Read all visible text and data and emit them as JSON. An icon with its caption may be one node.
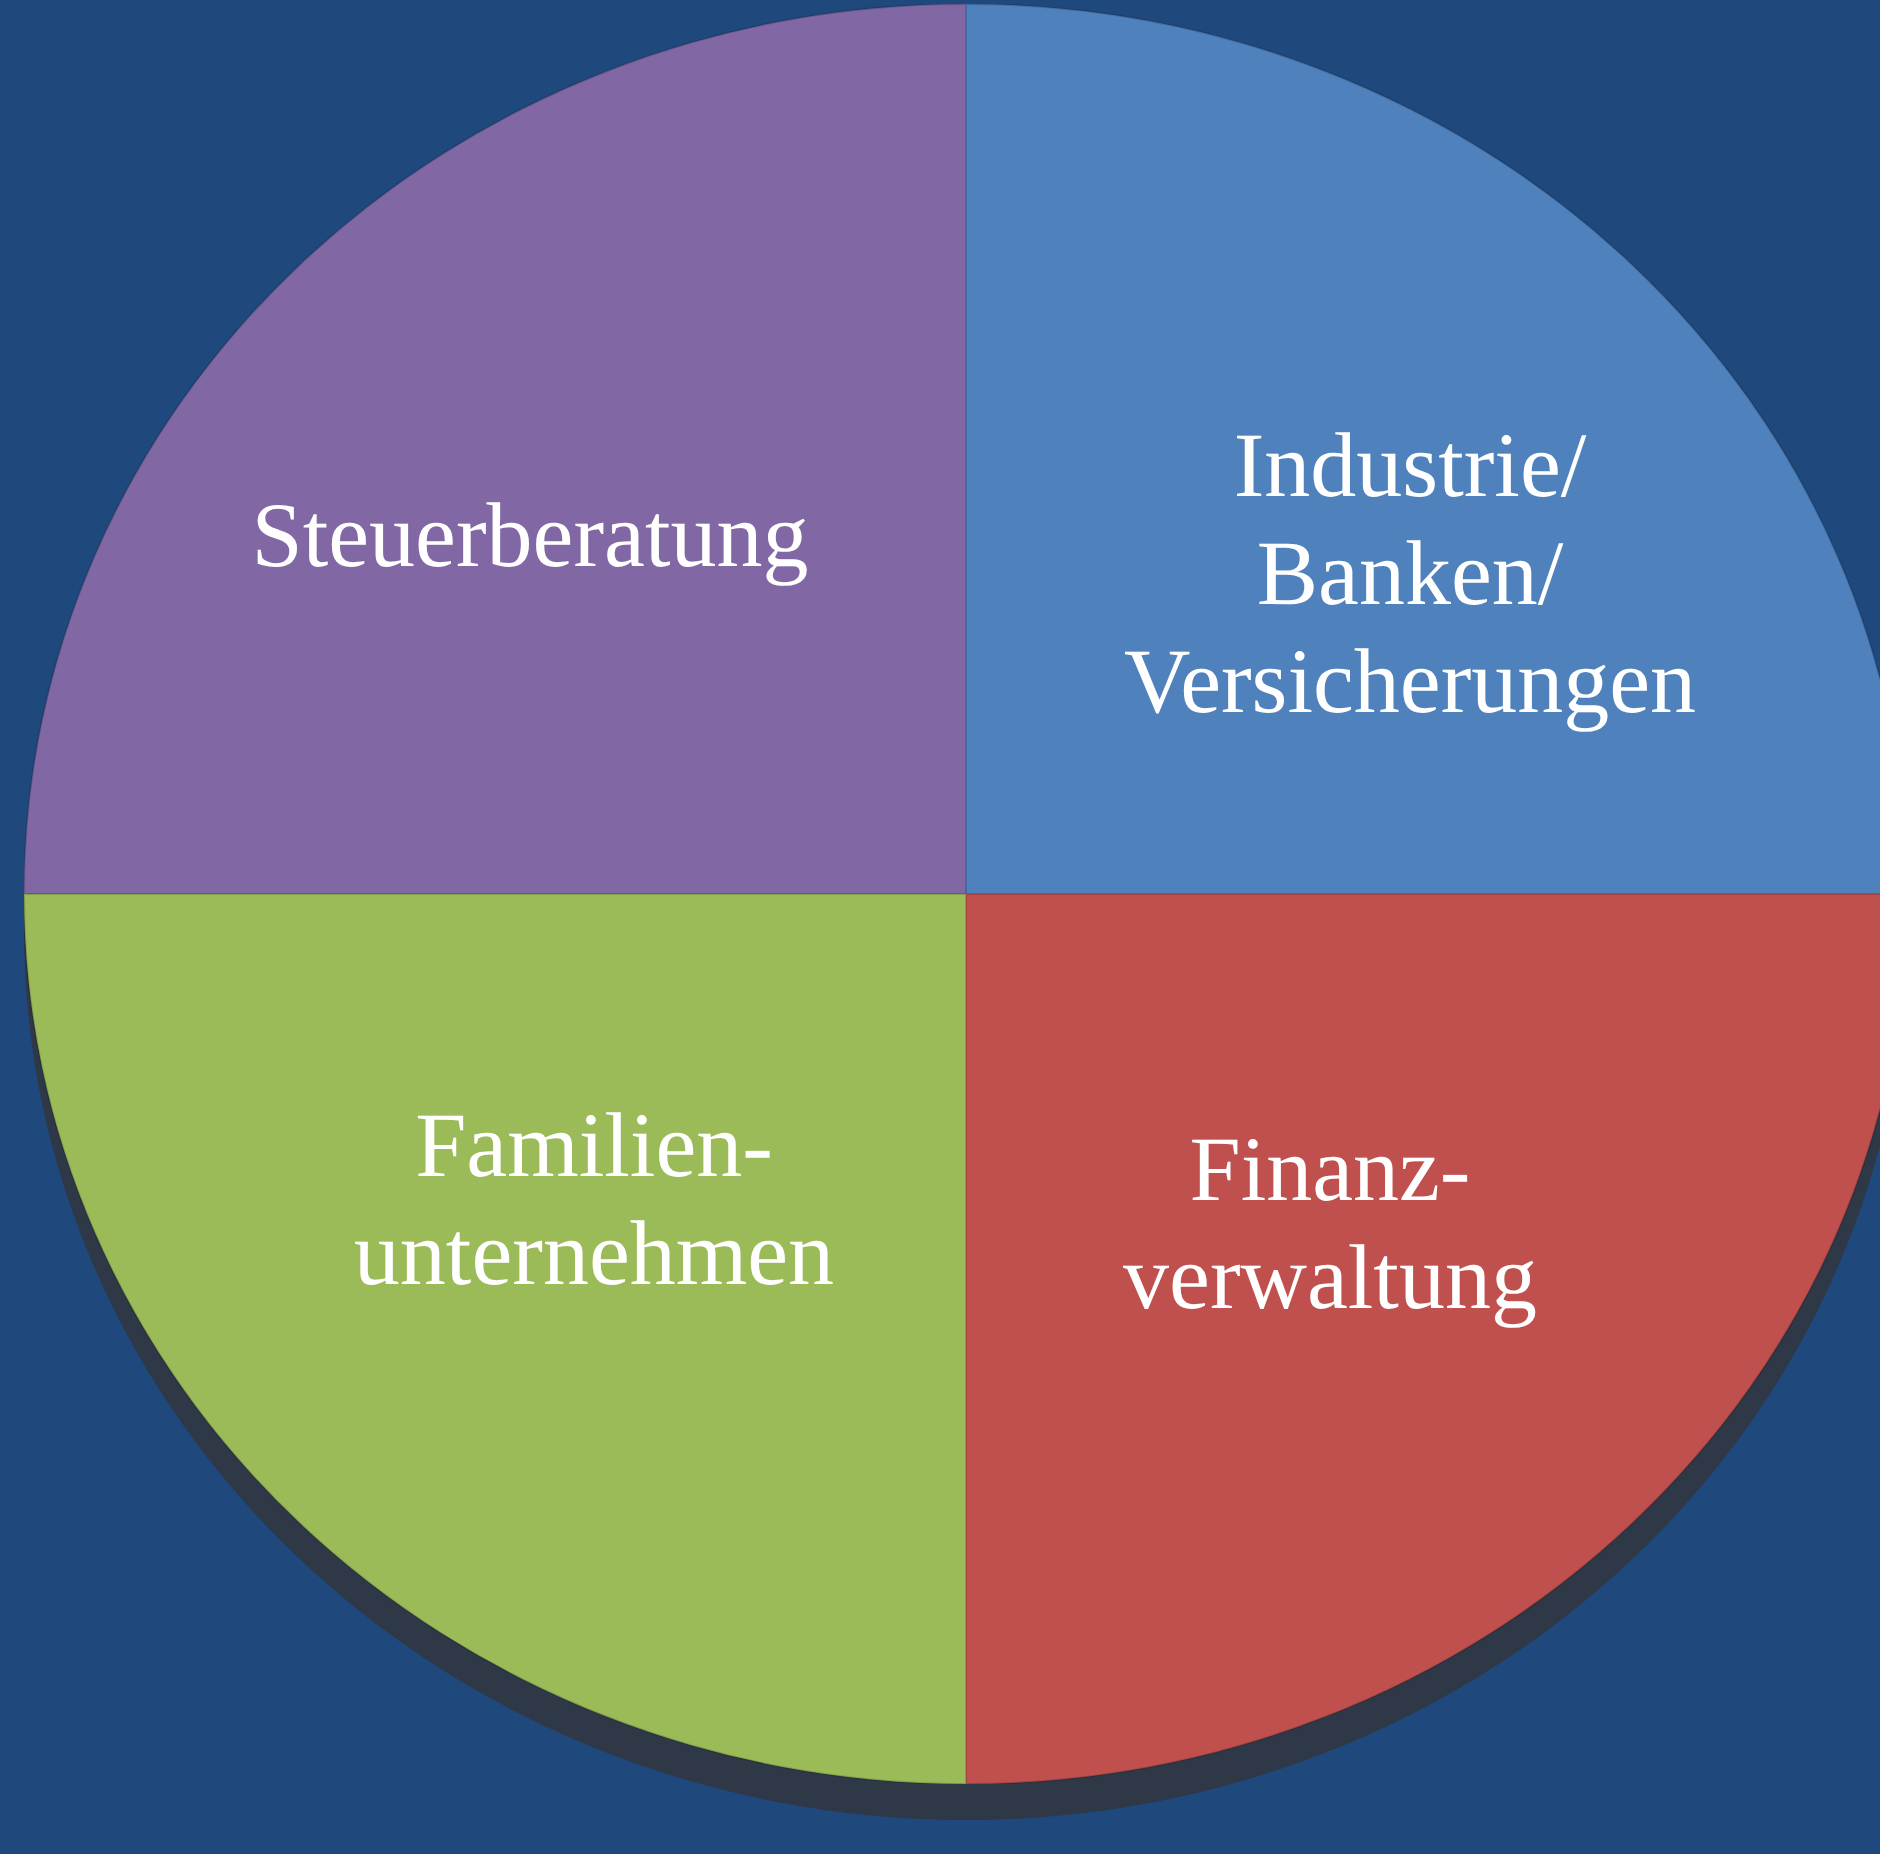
{
  "diagram": {
    "nodes": [
      {
        "text": [
          "Steuerberatung"
        ]
      },
      {
        "text": [
          "Industrie/ Banken/ Versicherungen"
        ]
      },
      {
        "text": [
          "Familien- unternehmen"
        ]
      },
      {
        "text": [
          "Finanz- verwaltung"
        ]
      }
    ]
  }
}
